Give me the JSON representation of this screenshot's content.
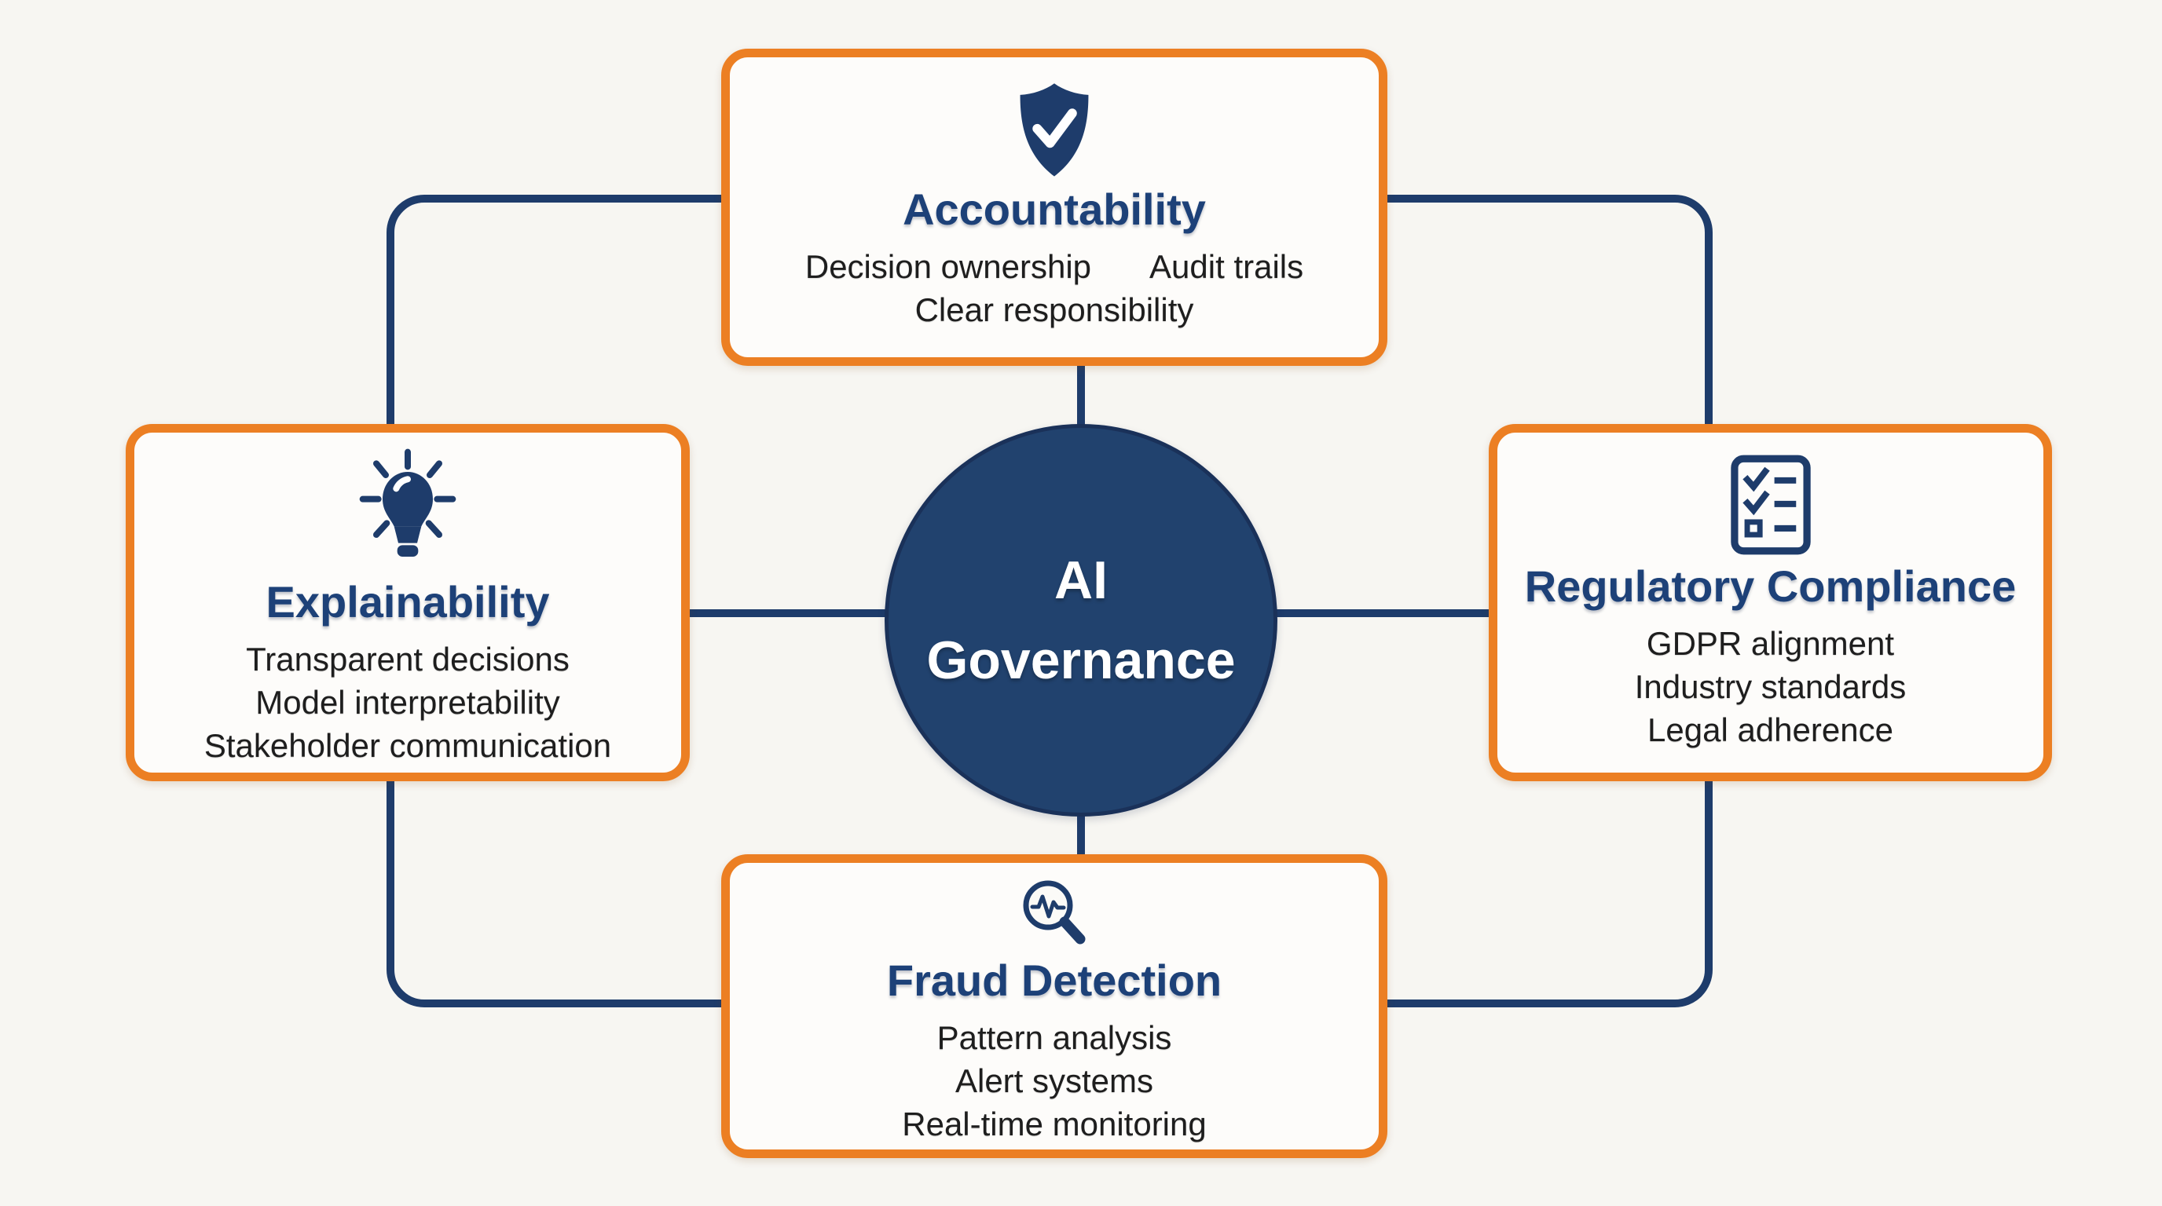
{
  "colors": {
    "navy": "#1e3c6b",
    "navy_title": "#1d4178",
    "orange": "#ec7f23",
    "background": "#f7f6f2",
    "box_background": "#fdfcfa",
    "body_text": "#1e1e1e",
    "circle_text": "#ffffff"
  },
  "center": {
    "line1": "AI",
    "line2": "Governance"
  },
  "boxes": {
    "top": {
      "title": "Accountability",
      "icon": "shield-check-icon",
      "row_items": [
        "Decision ownership",
        "Audit trails"
      ],
      "lines": [
        "Clear responsibility"
      ]
    },
    "left": {
      "title": "Explainability",
      "icon": "lightbulb-icon",
      "lines": [
        "Transparent decisions",
        "Model interpretability",
        "Stakeholder communication"
      ]
    },
    "right": {
      "title": "Regulatory Compliance",
      "icon": "checklist-icon",
      "lines": [
        "GDPR alignment",
        "Industry standards",
        "Legal adherence"
      ]
    },
    "bottom": {
      "title": "Fraud Detection",
      "icon": "magnifier-pulse-icon",
      "lines": [
        "Pattern analysis",
        "Alert systems",
        "Real-time monitoring"
      ]
    }
  }
}
